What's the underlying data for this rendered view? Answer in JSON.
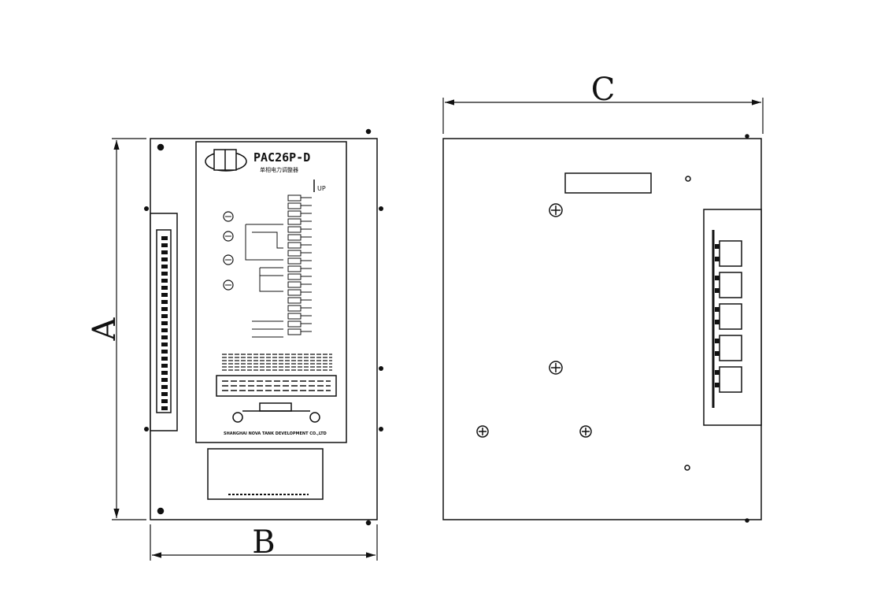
{
  "dimensions": {
    "height_label": "A",
    "width_label": "B",
    "depth_label": "C"
  },
  "front_panel": {
    "model": "PAC26P-D",
    "subtitle": "单相电力调整器",
    "indicator_label": "UP",
    "footer": "SHANGHAI NOVA TANK DEVELOPMENT CO.,LTD",
    "brand_icon": "transformer-logo-icon"
  },
  "side_view": {
    "terminal_blocks": 5
  },
  "colors": {
    "line": "#111111",
    "background": "#ffffff"
  }
}
